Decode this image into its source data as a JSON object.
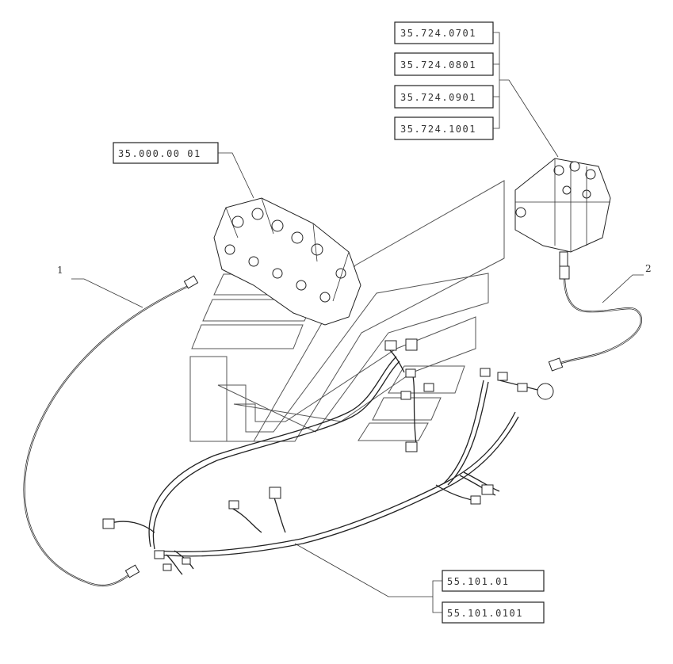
{
  "references": {
    "valve_group_a": [
      "35.724.0701",
      "35.724.0801",
      "35.724.0901",
      "35.724.1001"
    ],
    "valve_group_b": [
      "35.000.00 01"
    ],
    "harness_group": [
      "55.101.01",
      "55.101.0101"
    ]
  },
  "callouts": {
    "item_1": "1",
    "item_2": "2"
  }
}
